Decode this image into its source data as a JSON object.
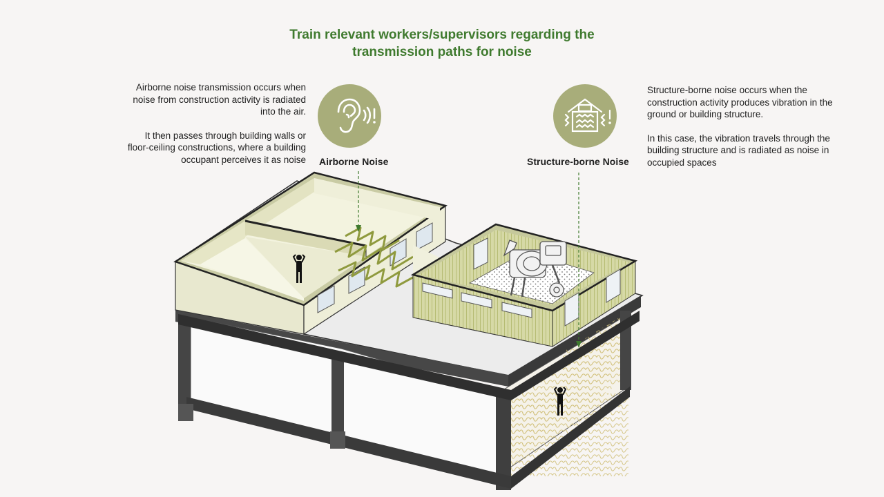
{
  "title_line1": "Train relevant workers/supervisors regarding the",
  "title_line2": "transmission paths for noise",
  "airborne": {
    "label": "Airborne Noise",
    "icon": "ear-sound-icon",
    "para1": "Airborne noise transmission occurs when noise from construction activity is radiated into the air.",
    "para2": "It then passes through building walls or floor-ceiling constructions, where a building occupant perceives it as noise"
  },
  "structure": {
    "label": "Structure-borne Noise",
    "icon": "building-vibration-icon",
    "para1": "Structure-borne noise occurs when the construction activity produces vibration in the ground or building structure.",
    "para2": "In this case, the vibration travels through the building structure and is radiated as noise in occupied spaces"
  },
  "colors": {
    "title": "#3f7a2e",
    "icon_bg": "#a8ad7a",
    "wall": "#f0f0dc",
    "frame": "#3c3c3c",
    "wave": "#8f9a3e",
    "dash": "#3f7a2e"
  }
}
